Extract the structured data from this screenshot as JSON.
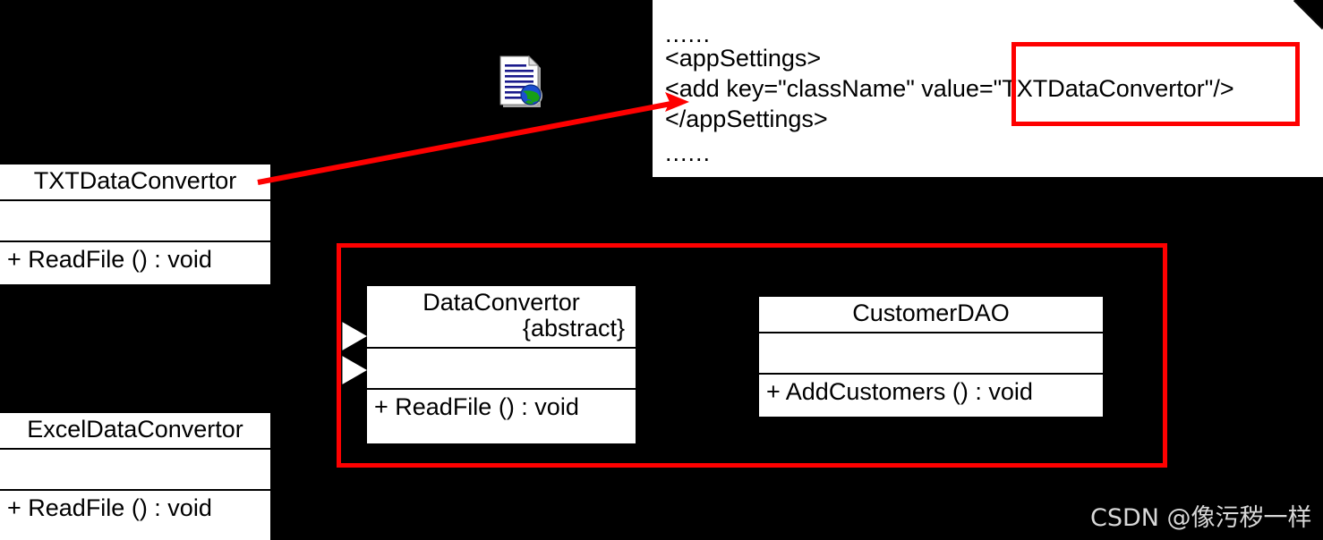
{
  "diagram": {
    "title": "UML class diagram with app.config note",
    "background_color": "#000000",
    "accent_red": "#fe0000",
    "box_fill": "#ffffff",
    "box_stroke": "#000000"
  },
  "note": {
    "icon_name": "xml-config-file-icon",
    "lines": [
      "......",
      " <appSettings>",
      "  <add key=\"className\" value=\"TXTDataConvertor\"/>",
      " </appSettings>",
      "......"
    ],
    "line1": "......",
    "line2": " <appSettings>",
    "line3": "  <add key=\"className\" value=\"TXTDataConvertor\"/>",
    "line4": " </appSettings>",
    "line5": "......",
    "highlight_label": "value-highlight"
  },
  "classes": {
    "txt": {
      "name": "TXTDataConvertor",
      "attributes": [],
      "operations": [
        "+  ReadFile () : void"
      ],
      "op1": "+  ReadFile () : void"
    },
    "excel": {
      "name": "ExcelDataConvertor",
      "attributes": [],
      "operations": [
        "+  ReadFile () : void"
      ],
      "op1": "+  ReadFile () : void"
    },
    "base": {
      "name": "DataConvertor",
      "stereotype": "{abstract}",
      "attributes": [],
      "operations": [
        "+  ReadFile () : void"
      ],
      "op1": "+  ReadFile () : void"
    },
    "dao": {
      "name": "CustomerDAO",
      "attributes": [],
      "operations": [
        "+  AddCustomers () : void"
      ],
      "op1": "+  AddCustomers () : void"
    }
  },
  "relations": {
    "generalization_1": "TXTDataConvertor -> DataConvertor",
    "generalization_2": "ExcelDataConvertor -> DataConvertor",
    "annotation_arrow": "TXTDataConvertor -> config add element"
  },
  "watermark": {
    "text": "CSDN @像污秽一样"
  }
}
